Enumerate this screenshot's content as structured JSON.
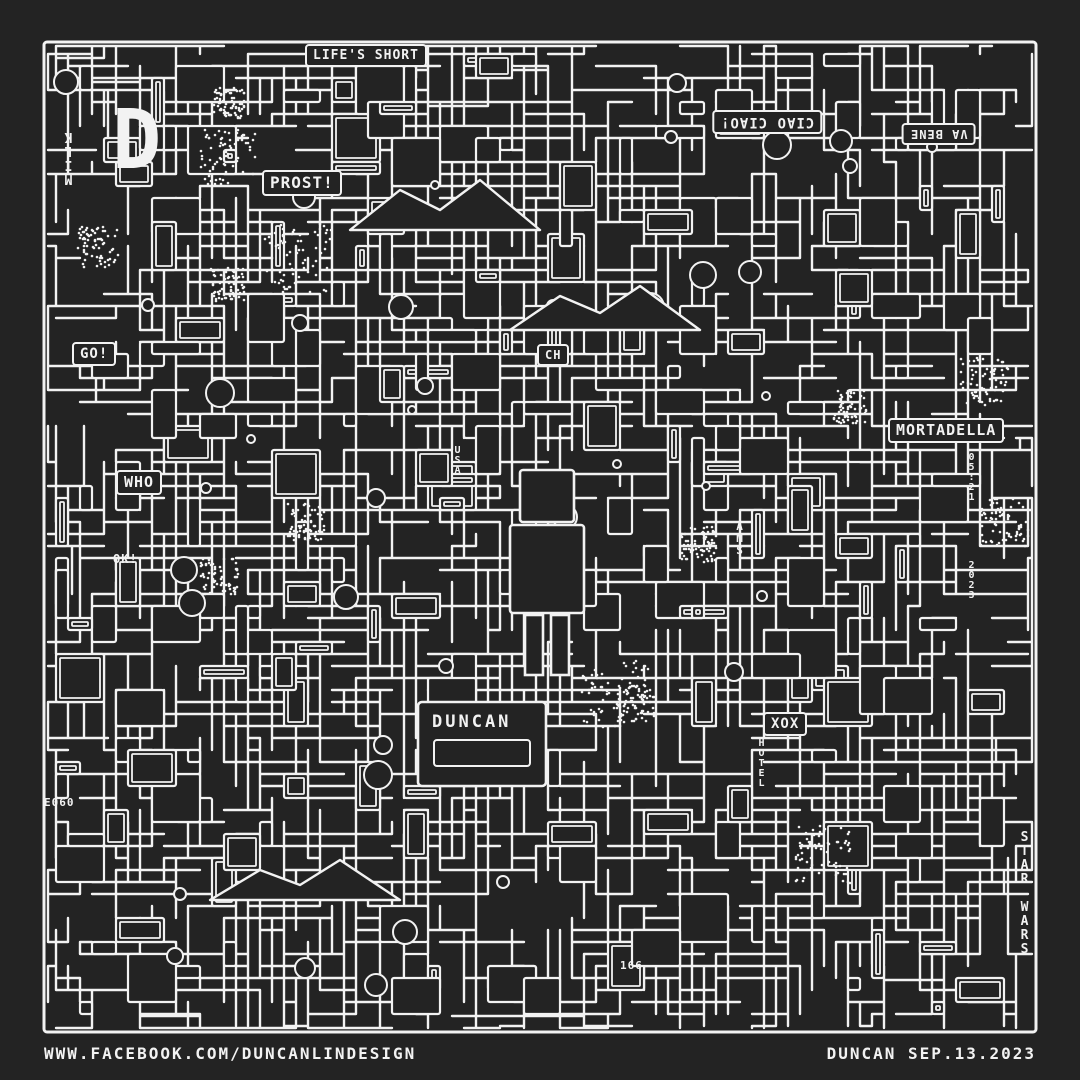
{
  "footer": {
    "website": "WWW.FACEBOOK.COM/DUNCANLINDESIGN",
    "signature": "DUNCAN SEP.13.2023"
  },
  "labels": {
    "lifes_short": "LIFE'S SHORT",
    "ciao_ciao": "CIAO CIAO!",
    "va_bene": "VA BENE",
    "prost": "PROST!",
    "go": "GO!",
    "ok": "OK!",
    "who": "WHO",
    "mortadella": "MORTADELLA",
    "duncan_tape": "DUNCAN",
    "usa": "USA",
    "hotel": "HOTEL",
    "ch": "CH",
    "e060": "E060",
    "star_wars": "STAR WARS",
    "amsd": "AMS",
    "number_166": "166",
    "xox": "XOX",
    "milk": "MILK",
    "time_1": "05:21",
    "time_2": "2023",
    "d_letter": "D"
  },
  "colors": {
    "background": "#232323",
    "line": "#f2f2f2"
  }
}
